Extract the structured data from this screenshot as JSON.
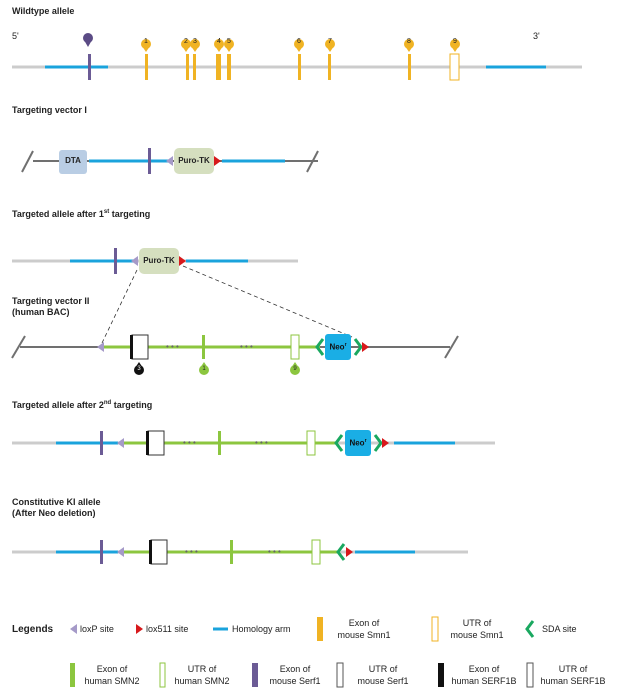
{
  "sections": {
    "wildtype": {
      "title": "Wildtype allele",
      "five_prime": "5'",
      "three_prime": "3'",
      "exon_numbers": [
        "1",
        "2",
        "3",
        "4",
        "5",
        "6",
        "7",
        "8",
        "9"
      ]
    },
    "vector1": {
      "title": "Targeting vector I",
      "dta": "DTA",
      "puro": "Puro-TK"
    },
    "targeted1": {
      "title_prefix": "Targeted allele after 1",
      "title_sup": "st",
      "title_suffix": " targeting",
      "puro": "Puro-TK"
    },
    "vector2": {
      "title_line1": "Targeting vector II",
      "title_line2": "(human BAC)",
      "neo": "Neo",
      "neo_sup": "r",
      "exon_numbers": [
        "3",
        "1",
        "9"
      ]
    },
    "targeted2": {
      "title_prefix": "Targeted allele after 2",
      "title_sup": "nd",
      "title_suffix": " targeting",
      "neo": "Neo",
      "neo_sup": "r"
    },
    "ki": {
      "title_line1": "Constitutive KI allele",
      "title_line2": "(After Neo deletion)"
    }
  },
  "legend": {
    "title": "Legends",
    "loxp": "loxP site",
    "lox511": "lox511 site",
    "homology": "Homology arm",
    "exon_mouse_smn1": [
      "Exon of",
      "mouse Smn1"
    ],
    "utr_mouse_smn1": [
      "UTR of",
      "mouse Smn1"
    ],
    "sda": "SDA site",
    "exon_human_smn2": [
      "Exon of",
      "human SMN2"
    ],
    "utr_human_smn2": [
      "UTR of",
      "human SMN2"
    ],
    "exon_mouse_serf1": [
      "Exon of",
      "mouse Serf1"
    ],
    "utr_mouse_serf1": [
      "UTR of",
      "mouse Serf1"
    ],
    "exon_human_serf1b": [
      "Exon of",
      "human SERF1B"
    ],
    "utr_human_serf1b": [
      "UTR of",
      "human SERF1B"
    ]
  },
  "colors": {
    "backbone_gray": "#cccccc",
    "vector_gray": "#707070",
    "homology_blue": "#1aa3dc",
    "human_green": "#8cc63f",
    "mouse_smn1_gold": "#f0b323",
    "serf1_purple": "#6b5b95",
    "loxp_lilac": "#a59ac8",
    "lox511_red": "#d7191c",
    "sda_green": "#1aa860",
    "neo_blue": "#1aaee5",
    "puro_fill": "#d5dfbf",
    "dta_fill": "#b9cde4"
  }
}
